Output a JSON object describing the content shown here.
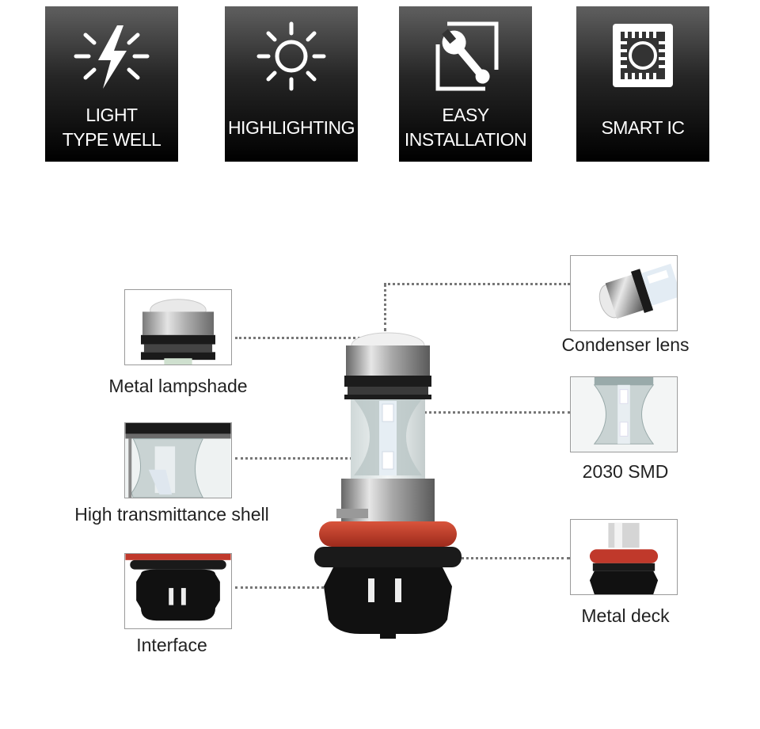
{
  "features": [
    {
      "icon": "lightning-icon",
      "lines": [
        "LIGHT",
        "TYPE WELL"
      ]
    },
    {
      "icon": "sun-icon",
      "lines": [
        "HIGHLIGHTING"
      ]
    },
    {
      "icon": "wrench-icon",
      "lines": [
        "EASY",
        "INSTALLATION"
      ]
    },
    {
      "icon": "chip-icon",
      "lines": [
        "SMART IC"
      ]
    }
  ],
  "callouts": {
    "metal_lampshade": "Metal lampshade",
    "high_transmittance_shell": "High transmittance shell",
    "interface": "Interface",
    "condenser_lens": "Condenser lens",
    "smd": "2030 SMD",
    "metal_deck": "Metal deck"
  },
  "colors": {
    "panel_dark": "#000000",
    "panel_light": "#5f5f5f",
    "socket_red": "#c0392b",
    "leader": "#777777"
  }
}
